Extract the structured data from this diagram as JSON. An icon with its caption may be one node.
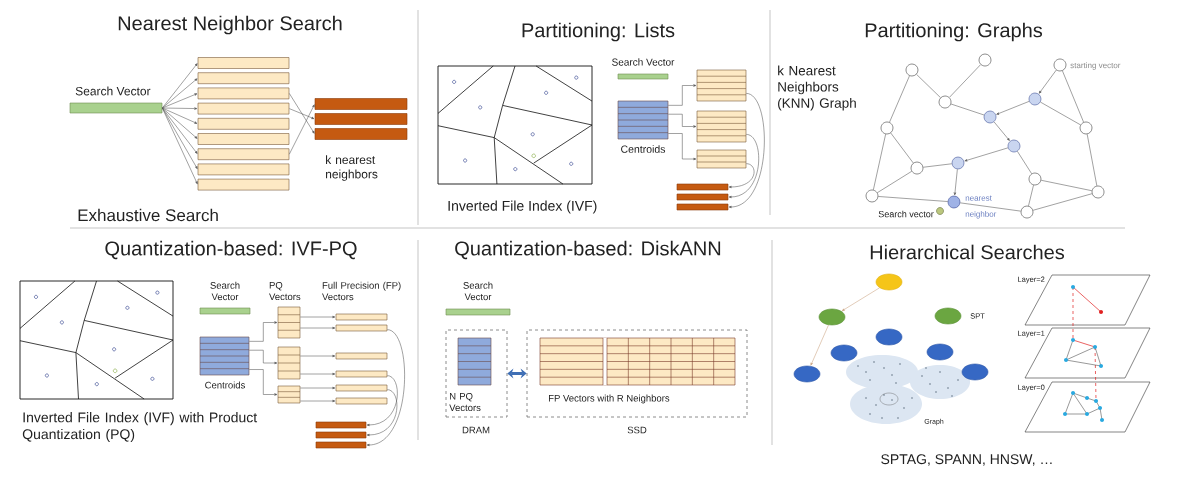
{
  "diagram": {
    "nodes": [
      {
        "text": [
          "Search Vector"
        ]
      },
      {
        "text": [],
        "shape": "bar"
      },
      {
        "text": [],
        "shape": "bar"
      },
      {
        "text": [],
        "shape": "bar"
      },
      {
        "text": [],
        "shape": "bar"
      },
      {
        "text": [],
        "shape": "bar"
      },
      {
        "text": [],
        "shape": "bar"
      },
      {
        "text": [],
        "shape": "bar"
      },
      {
        "text": [],
        "shape": "bar"
      },
      {
        "text": [],
        "shape": "bar"
      },
      {
        "text": [],
        "shape": "bar"
      },
      {
        "text": [],
        "shape": "bar"
      },
      {
        "text": [],
        "shape": "bar"
      },
      {
        "text": [
          "Search Vector"
        ]
      },
      {
        "text": [
          "Centroids"
        ]
      },
      {
        "text": [],
        "shape": "box"
      },
      {
        "text": [],
        "shape": "box"
      },
      {
        "text": [],
        "shape": "box"
      },
      {
        "text": [],
        "shape": "bar"
      },
      {
        "text": [],
        "shape": "bar"
      },
      {
        "text": [],
        "shape": "bar"
      },
      {
        "text": [],
        "shape": "circle"
      },
      {
        "text": [],
        "shape": "circle"
      },
      {
        "text": [],
        "shape": "circle",
        "beside": [
          "starting vector"
        ]
      },
      {
        "text": [],
        "shape": "circle"
      },
      {
        "text": [],
        "shape": "circle"
      },
      {
        "text": [],
        "shape": "circle"
      },
      {
        "text": [],
        "shape": "circle"
      },
      {
        "text": [],
        "shape": "circle"
      },
      {
        "text": [],
        "shape": "circle"
      },
      {
        "text": [],
        "shape": "circle"
      },
      {
        "text": [],
        "shape": "circle"
      },
      {
        "text": [],
        "shape": "circle"
      },
      {
        "text": [],
        "shape": "circle"
      },
      {
        "text": [],
        "shape": "circle",
        "beside": [
          "nearest neighbor"
        ]
      },
      {
        "text": [],
        "shape": "circle"
      },
      {
        "text": [],
        "shape": "circle"
      },
      {
        "text": [],
        "shape": "circle",
        "beside": [
          "Search vector"
        ]
      },
      {
        "text": [
          "Search Vector"
        ]
      },
      {
        "text": [
          "Centroids"
        ]
      },
      {
        "text": [],
        "shape": "box"
      },
      {
        "text": [],
        "shape": "box"
      },
      {
        "text": [],
        "shape": "box"
      },
      {
        "text": [],
        "shape": "bar"
      },
      {
        "text": [],
        "shape": "bar"
      },
      {
        "text": [],
        "shape": "bar"
      },
      {
        "text": [],
        "shape": "bar"
      },
      {
        "text": [],
        "shape": "bar"
      },
      {
        "text": [],
        "shape": "bar"
      },
      {
        "text": [],
        "shape": "bar"
      },
      {
        "text": [],
        "shape": "bar"
      },
      {
        "text": [],
        "shape": "bar"
      },
      {
        "text": [
          "Search Vector"
        ]
      },
      {
        "text": [
          "DRAM"
        ]
      },
      {
        "text": [
          "N PQ Vectors"
        ],
        "in": 53
      },
      {
        "text": [
          "SSD"
        ]
      },
      {
        "text": [
          "FP Vectors with R Neighbors"
        ],
        "in": 55
      },
      {
        "text": [],
        "shape": "circle"
      },
      {
        "text": [],
        "shape": "circle"
      },
      {
        "text": [],
        "shape": "circle"
      },
      {
        "text": [],
        "shape": "circle"
      },
      {
        "text": [],
        "shape": "circle"
      },
      {
        "text": [],
        "shape": "circle"
      },
      {
        "text": [],
        "shape": "circle"
      },
      {
        "text": [],
        "shape": "circle"
      }
    ],
    "edges": [
      {
        "from": 0,
        "to": 1,
        "arrow": "to"
      },
      {
        "from": 0,
        "to": 2,
        "arrow": "to"
      },
      {
        "from": 0,
        "to": 3,
        "arrow": "to"
      },
      {
        "from": 0,
        "to": 4,
        "arrow": "to"
      },
      {
        "from": 0,
        "to": 5,
        "arrow": "to"
      },
      {
        "from": 0,
        "to": 6,
        "arrow": "to"
      },
      {
        "from": 0,
        "to": 7,
        "arrow": "to"
      },
      {
        "from": 0,
        "to": 8,
        "arrow": "to"
      },
      {
        "from": 0,
        "to": 9,
        "arrow": "to"
      },
      {
        "from": 3,
        "to": 12,
        "arrow": "to"
      },
      {
        "from": 4,
        "to": 11,
        "arrow": "to"
      },
      {
        "from": 7,
        "to": 10,
        "arrow": "to"
      },
      {
        "from": 14,
        "to": 15,
        "arrow": "to"
      },
      {
        "from": 14,
        "to": 16,
        "arrow": "to"
      },
      {
        "from": 14,
        "to": 17,
        "arrow": "to"
      },
      {
        "from": 15,
        "to": 20,
        "arrow": "to"
      },
      {
        "from": 16,
        "to": 19,
        "arrow": "to"
      },
      {
        "from": 17,
        "to": 18,
        "arrow": "to"
      },
      {
        "from": 21,
        "to": 27,
        "arrow": "none"
      },
      {
        "from": 21,
        "to": 24,
        "arrow": "none"
      },
      {
        "from": 24,
        "to": 22,
        "arrow": "none"
      },
      {
        "from": 24,
        "to": 26,
        "arrow": "none"
      },
      {
        "from": 23,
        "to": 28,
        "arrow": "none"
      },
      {
        "from": 25,
        "to": 28,
        "arrow": "none"
      },
      {
        "from": 29,
        "to": 32,
        "arrow": "none"
      },
      {
        "from": 30,
        "to": 31,
        "arrow": "none"
      },
      {
        "from": 31,
        "to": 27,
        "arrow": "none"
      },
      {
        "from": 31,
        "to": 33,
        "arrow": "none"
      },
      {
        "from": 33,
        "to": 27,
        "arrow": "none"
      },
      {
        "from": 33,
        "to": 34,
        "arrow": "none"
      },
      {
        "from": 34,
        "to": 36,
        "arrow": "none"
      },
      {
        "from": 32,
        "to": 35,
        "arrow": "none"
      },
      {
        "from": 32,
        "to": 36,
        "arrow": "none"
      },
      {
        "from": 28,
        "to": 35,
        "arrow": "none"
      },
      {
        "from": 35,
        "to": 36,
        "arrow": "none"
      },
      {
        "from": 23,
        "to": 25,
        "arrow": "to"
      },
      {
        "from": 25,
        "to": 26,
        "arrow": "to"
      },
      {
        "from": 26,
        "to": 29,
        "arrow": "to"
      },
      {
        "from": 29,
        "to": 30,
        "arrow": "to"
      },
      {
        "from": 30,
        "to": 34,
        "arrow": "to"
      },
      {
        "from": 39,
        "to": 40,
        "arrow": "to"
      },
      {
        "from": 39,
        "to": 41,
        "arrow": "to"
      },
      {
        "from": 39,
        "to": 42,
        "arrow": "to"
      },
      {
        "from": 40,
        "to": 43,
        "arrow": "to"
      },
      {
        "from": 40,
        "to": 44,
        "arrow": "to"
      },
      {
        "from": 41,
        "to": 45,
        "arrow": "to"
      },
      {
        "from": 41,
        "to": 46,
        "arrow": "to"
      },
      {
        "from": 42,
        "to": 47,
        "arrow": "to"
      },
      {
        "from": 42,
        "to": 48,
        "arrow": "to"
      },
      {
        "from": 44,
        "to": 51,
        "arrow": "to"
      },
      {
        "from": 46,
        "to": 49,
        "arrow": "to"
      },
      {
        "from": 47,
        "to": 50,
        "arrow": "to"
      },
      {
        "from": 53,
        "to": 55,
        "arrow": "both",
        "style": "thick",
        "color": "#3f6fb5"
      },
      {
        "from": 57,
        "to": 58,
        "arrow": "to",
        "color": "#c9a27e"
      },
      {
        "from": 58,
        "to": 63,
        "arrow": "to",
        "color": "#c9a27e"
      }
    ],
    "labels": [
      "Nearest Neighbor Search",
      "k nearest neighbors",
      "Exhaustive Search",
      "Partitioning: Lists",
      "Inverted File Index (IVF)",
      "Partitioning: Graphs",
      "k Nearest Neighbors (KNN) Graph",
      "Quantization-based: IVF-PQ",
      "PQ Vectors",
      "Full Precision (FP) Vectors",
      "Inverted File Index (IVF) with Product Quantization (PQ)",
      "Quantization-based: DiskANN",
      "Hierarchical Searches",
      "Layer=2",
      "SPT",
      "Layer=1",
      "Layer=0",
      "Graph",
      "SPTAG, SPANN, HNSW, …"
    ]
  }
}
